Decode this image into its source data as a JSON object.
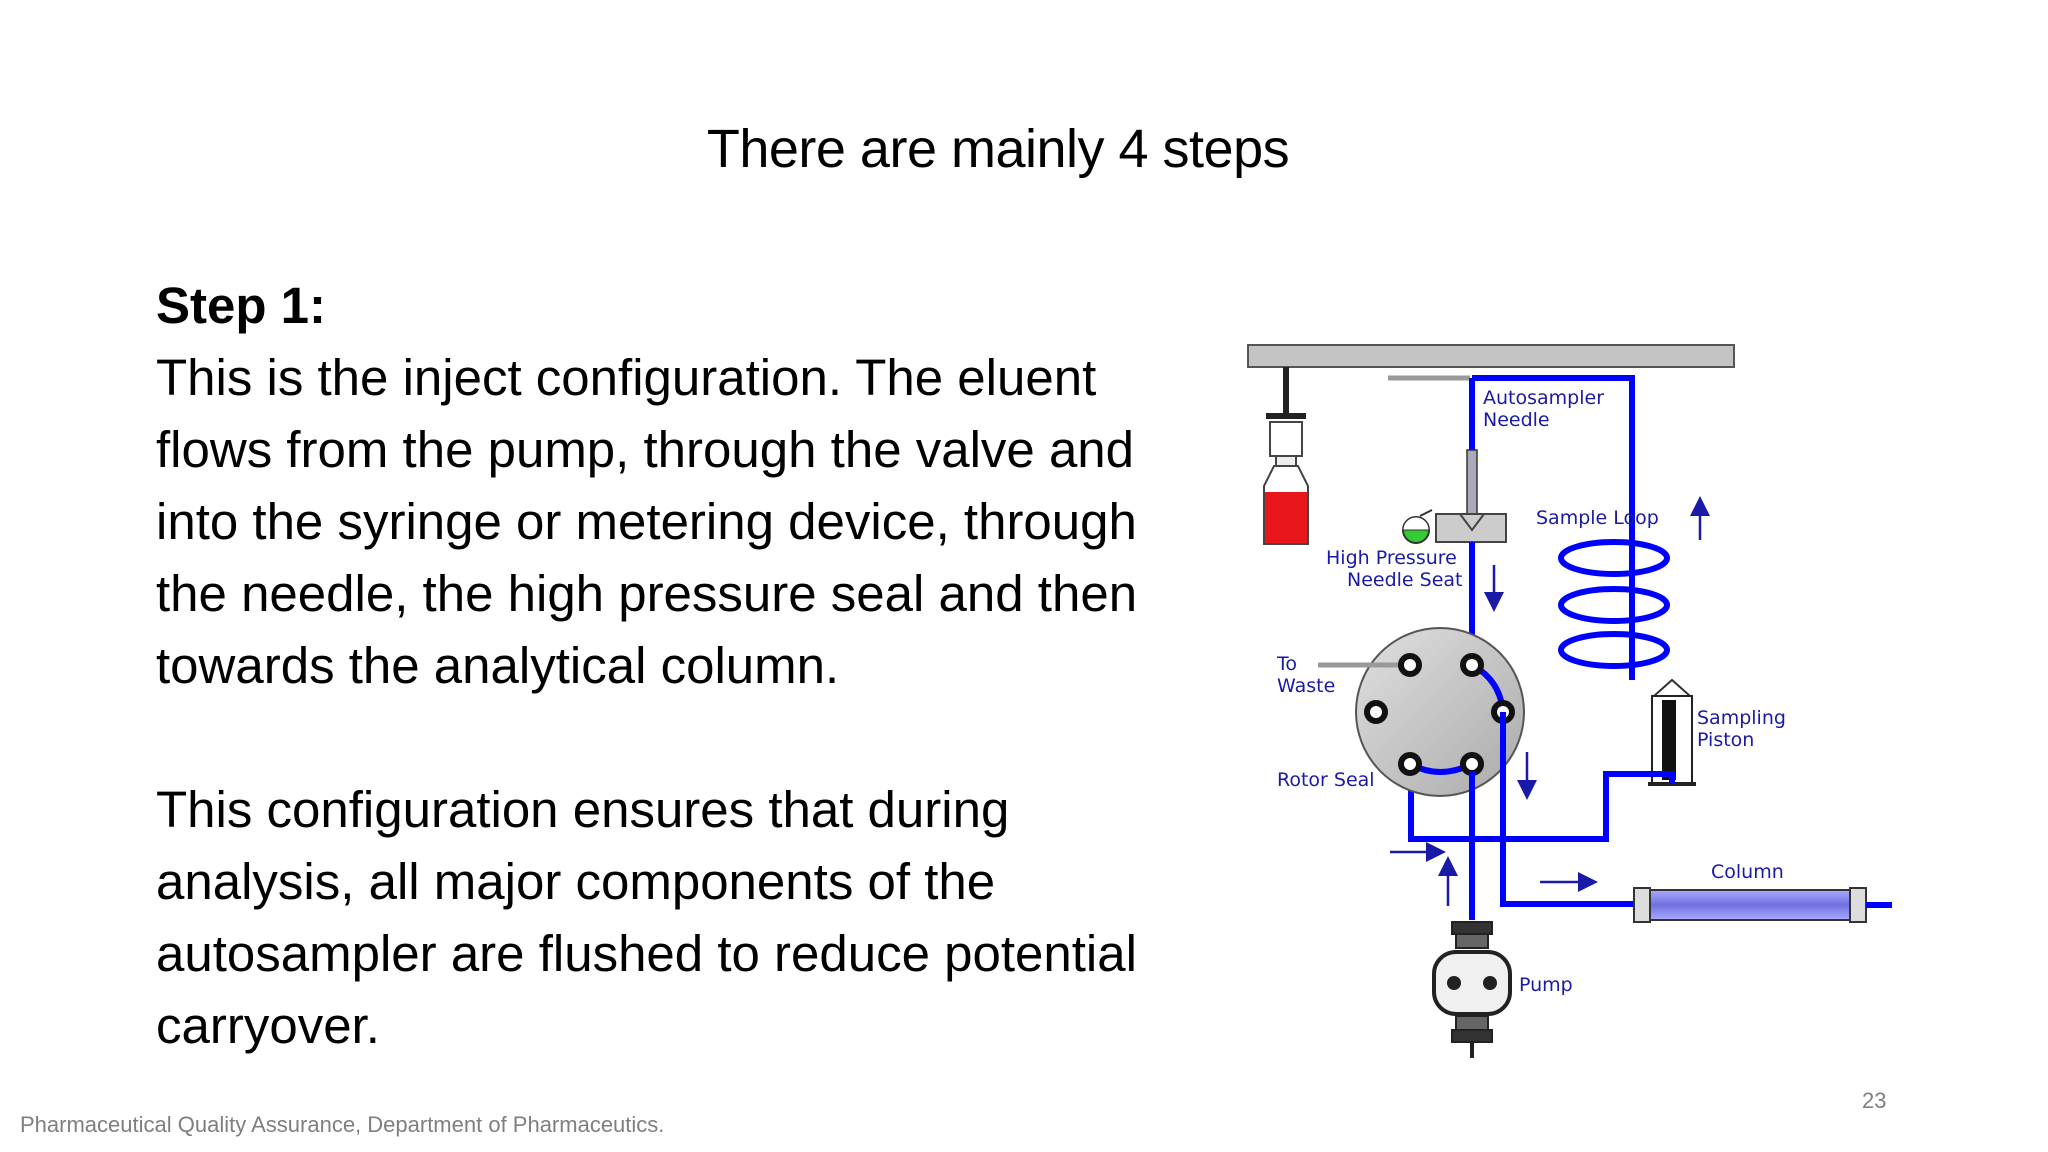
{
  "slide": {
    "title": "There are mainly 4 steps",
    "step_heading": "Step 1:",
    "paragraph_1": "This is the inject configuration. The eluent flows from the pump, through the valve and into the syringe or metering device, through the needle, the high pressure seal and then towards the analytical column.",
    "paragraph_2": "This configuration ensures that during analysis, all major components of the autosampler are flushed to reduce potential carryover.",
    "footer": "Pharmaceutical Quality Assurance, Department of Pharmaceutics.",
    "page_number": "23"
  },
  "diagram": {
    "labels": {
      "autosampler_needle_1": "Autosampler",
      "autosampler_needle_2": "Needle",
      "sample_loop": "Sample Loop",
      "needle_seat_1": "High Pressure",
      "needle_seat_2": "Needle Seat",
      "to_waste_1": "To",
      "to_waste_2": "Waste",
      "sampling_piston_1": "Sampling",
      "sampling_piston_2": "Piston",
      "rotor_seal": "Rotor Seal",
      "column": "Column",
      "pump": "Pump"
    },
    "colors": {
      "flow": "#0000ff",
      "label": "#1a1aa8",
      "vial_liquid": "#e8161b",
      "column_fill": "#8888ee",
      "valve_body": "#c8c8c8"
    }
  }
}
